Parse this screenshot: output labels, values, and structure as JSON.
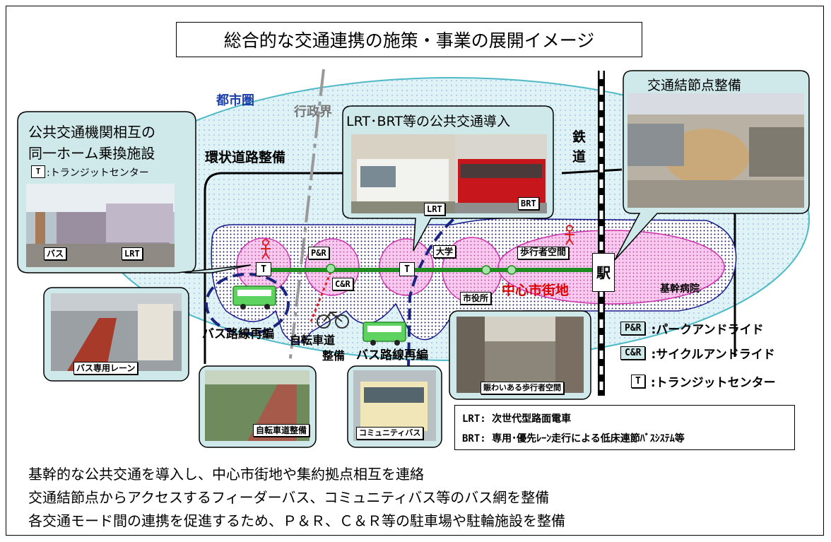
{
  "title": "総合的な交通連携の施策・事業の展開イメージ",
  "labels": {
    "metro": "都市圏",
    "admin_boundary": "行政界",
    "ring_road": "環状道路整備",
    "railway": "鉄\n道",
    "station": "駅",
    "downtown": "中心市街地",
    "core_hospital": "基幹病院",
    "university": "大学",
    "city_hall": "市役所",
    "pedestrian_space": "歩行者空間",
    "bus_reorg_left": "バス路線再編",
    "bus_reorg_center": "バス路線再編",
    "bike_lane_1": "自転車道",
    "bike_lane_2": "整備",
    "pr": "P&R",
    "cr": "C&R",
    "t": "T"
  },
  "callouts": {
    "transfer_title_1": "公共交通機関相互の",
    "transfer_title_2": "同一ホーム乗換施設",
    "transfer_badge": "T",
    "transfer_sub": ":トランジットセンター",
    "transfer_tag_bus": "バス",
    "transfer_tag_lrt": "LRT",
    "lrt_title": "LRT･BRT等の公共交通導入",
    "lrt_tag": "LRT",
    "brt_tag": "BRT",
    "node_title": "交通結節点整備"
  },
  "photo_captions": {
    "bus_lane": "バス専用レーン",
    "bike_lane": "自転車道整備",
    "community_bus": "コミュニティバス",
    "pedestrian": "賑わいある歩行者空間"
  },
  "legend": [
    {
      "key": "P&R",
      "text": ":パークアンドライド"
    },
    {
      "key": "C&R",
      "text": ":サイクルアンドライド"
    },
    {
      "key": "T",
      "text": ":トランジットセンター"
    }
  ],
  "legend2": [
    "LRT: 次世代型路面電車",
    "BRT: 専用･優先ﾚｰﾝ走行による低床連節ﾊﾞｽｼｽﾃﾑ等"
  ],
  "summary": [
    "基幹的な公共交通を導入し、中心市街地や集約拠点相互を連絡",
    "交通結節点からアクセスするフィーダーバス、コミュニティバス等のバス網を整備",
    "各交通モード間の連携を促進するため、Ｐ＆Ｒ、Ｃ＆Ｒ等の駐車場や駐輪施設を整備"
  ],
  "colors": {
    "metro_area": "#dff3f6",
    "metro_outline": "#4fb9c5",
    "zone_fill": "#f9c9ef",
    "zone_outline": "#cc33aa",
    "transit_line": "#1e8c1e",
    "callout_fill": "#cfe9ea",
    "dotted_region": "#1a1a8c",
    "downtown_text": "#dd0000",
    "metro_text": "#1a3fa8"
  }
}
